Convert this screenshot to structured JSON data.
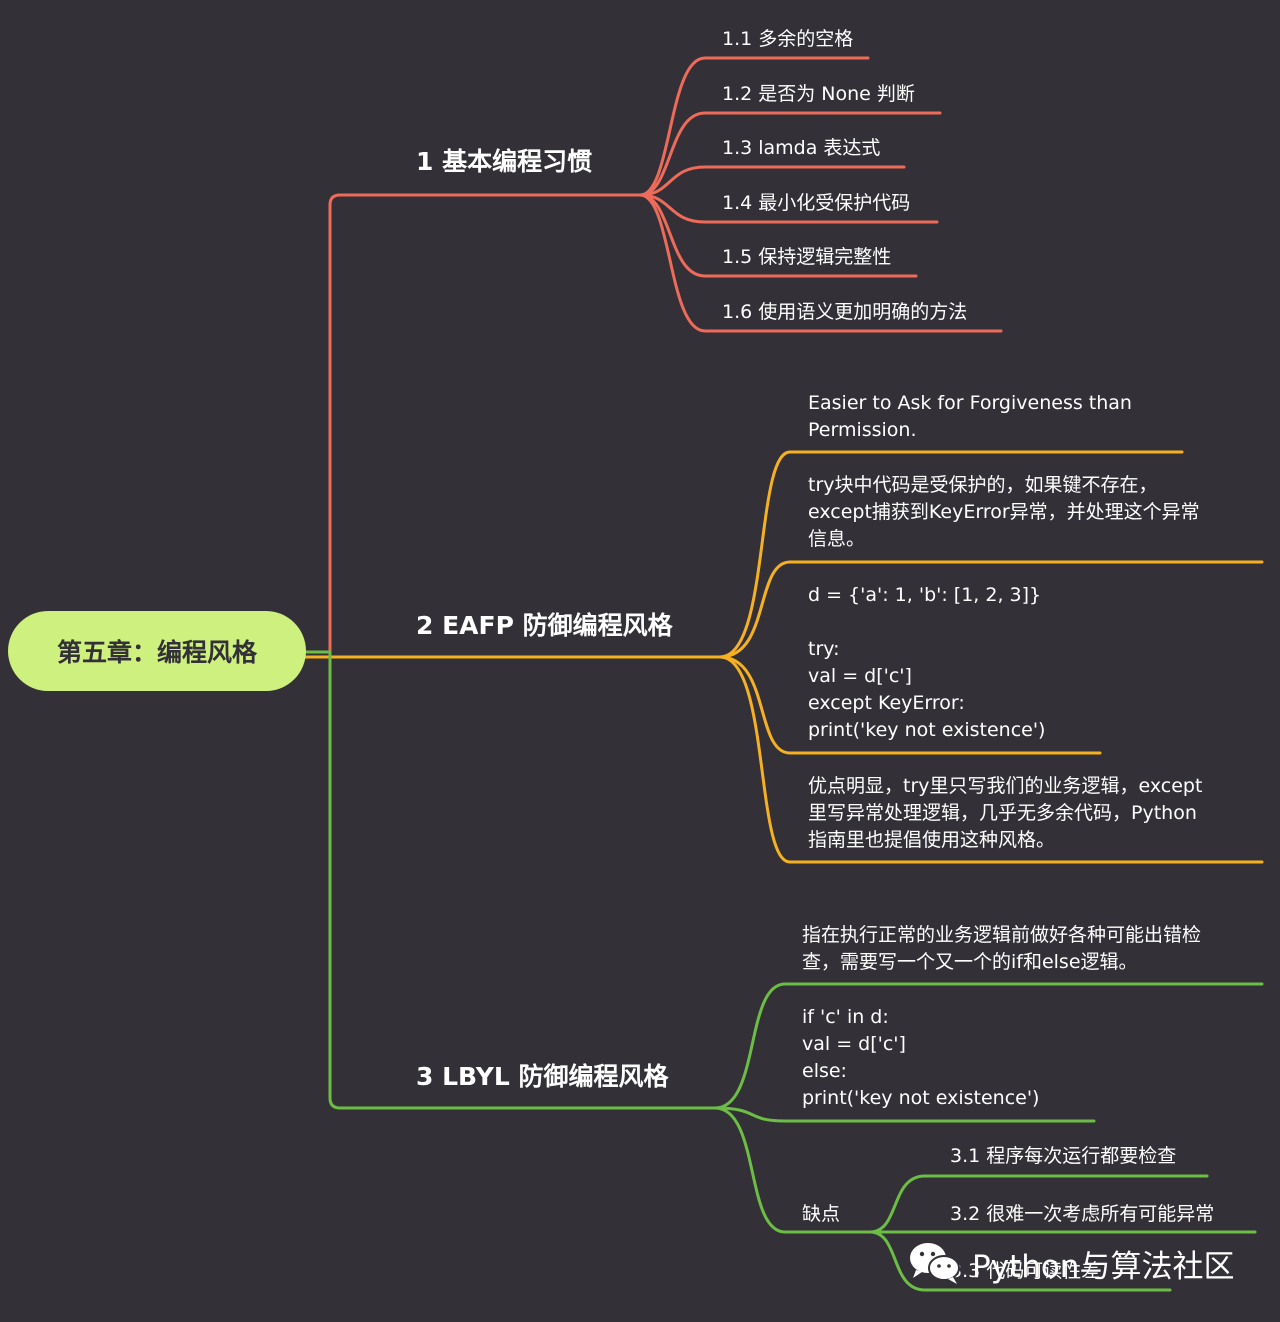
{
  "root": {
    "label": "第五章：编程风格"
  },
  "branches": [
    {
      "label": "1 基本编程习惯",
      "color": "#ee6b5a",
      "children": [
        "1.1 多余的空格",
        "1.2 是否为 None 判断",
        "1.3 lamda 表达式",
        "1.4 最小化受保护代码",
        "1.5 保持逻辑完整性",
        "1.6 使用语义更加明确的方法"
      ]
    },
    {
      "label": "2 EAFP 防御编程风格",
      "color": "#f6b122",
      "children": [
        "Easier to Ask for Forgiveness than\nPermission.",
        "try块中代码是受保护的，如果键不存在，\nexcept捕获到KeyError异常，并处理这个异常\n信息。",
        "d = {'a': 1, 'b': [1, 2, 3]}\n\ntry:\n    val = d['c']\nexcept KeyError:\n    print('key not existence')",
        "优点明显，try里只写我们的业务逻辑，except\n里写异常处理逻辑，几乎无多余代码，Python\n指南里也提倡使用这种风格。"
      ]
    },
    {
      "label": "3 LBYL 防御编程风格",
      "color": "#6cbd45",
      "children": [
        "指在执行正常的业务逻辑前做好各种可能出错检\n查，需要写一个又一个的if和else逻辑。",
        "if 'c' in d:\n    val = d['c']\nelse:\n    print('key not existence')"
      ],
      "sub": {
        "label": "缺点",
        "children": [
          "3.1 程序每次运行都要检查",
          "3.2 很难一次考虑所有可能异常",
          "3.3 代码可读性差"
        ]
      }
    }
  ],
  "watermark": {
    "text": "Python与算法社区",
    "icon": "wechat-icon"
  }
}
